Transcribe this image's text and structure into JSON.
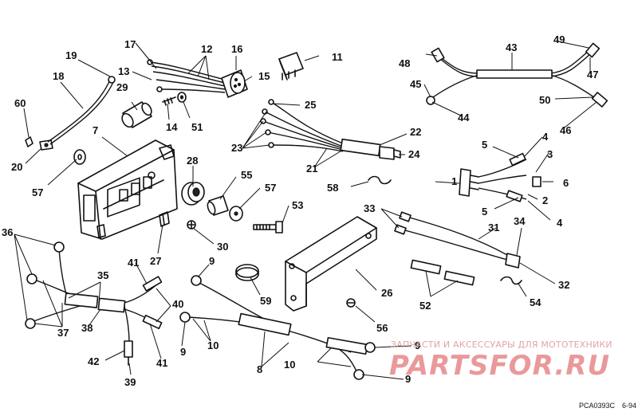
{
  "callouts": [
    "1",
    "2",
    "3",
    "4",
    "5",
    "6",
    "7",
    "8",
    "9",
    "10",
    "11",
    "12",
    "13",
    "14",
    "15",
    "16",
    "17",
    "18",
    "19",
    "20",
    "21",
    "22",
    "23",
    "24",
    "25",
    "26",
    "27",
    "28",
    "29",
    "30",
    "31",
    "32",
    "33",
    "34",
    "35",
    "36",
    "37",
    "38",
    "39",
    "40",
    "41",
    "42",
    "43",
    "44",
    "45",
    "46",
    "47",
    "48",
    "49",
    "50",
    "51",
    "52",
    "53",
    "54",
    "55",
    "56",
    "57",
    "58",
    "59",
    "60"
  ],
  "watermark": {
    "tagline": "ЗАПЧАСТИ И АКСЕССУАРЫ ДЛЯ МОТОТЕХНИКИ",
    "logo": "PARTSFOR.RU",
    "logo_color": "#d9474a"
  },
  "footer": {
    "code": "PCA0393C",
    "date": "6-94"
  }
}
